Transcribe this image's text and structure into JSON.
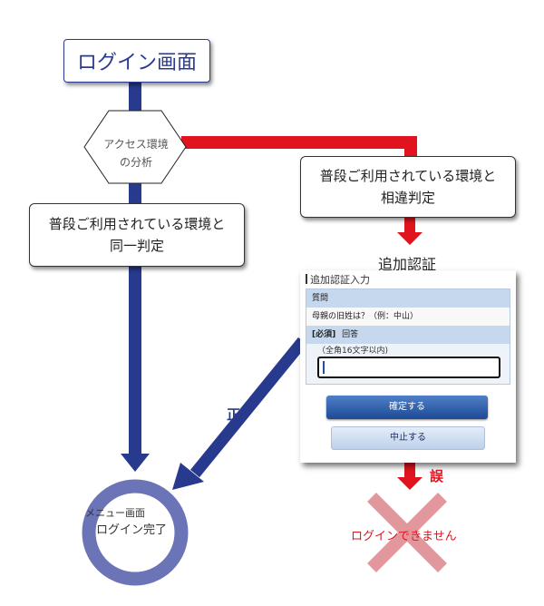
{
  "colors": {
    "success_path": "#283a8d",
    "fail_path": "#e0141e",
    "success_circle": "#6a74b6",
    "fail_cross": "#e2979d"
  },
  "nodes": {
    "login_screen": "ログイン画面",
    "access_analysis": "アクセス環境\nの分析",
    "same_env": "普段ご利用されている環境と\n同一判定",
    "diff_env": "普段ご利用されている環境と\n相違判定",
    "extra_auth_title": "追加認証"
  },
  "auth_panel": {
    "header": "追加認証入力",
    "question_label": "質問",
    "question": "母親の旧姓は？（例：中山）",
    "required_tag": "[必須]",
    "answer_label": "回答",
    "hint": "（全角16文字以内)",
    "answer_value": "",
    "confirm_button": "確定する",
    "cancel_button": "中止する"
  },
  "edge_labels": {
    "correct": "正",
    "wrong": "誤"
  },
  "results": {
    "menu_screen": "メニュー画面",
    "login_complete": "ログイン完了",
    "login_failed": "ログインできません"
  }
}
